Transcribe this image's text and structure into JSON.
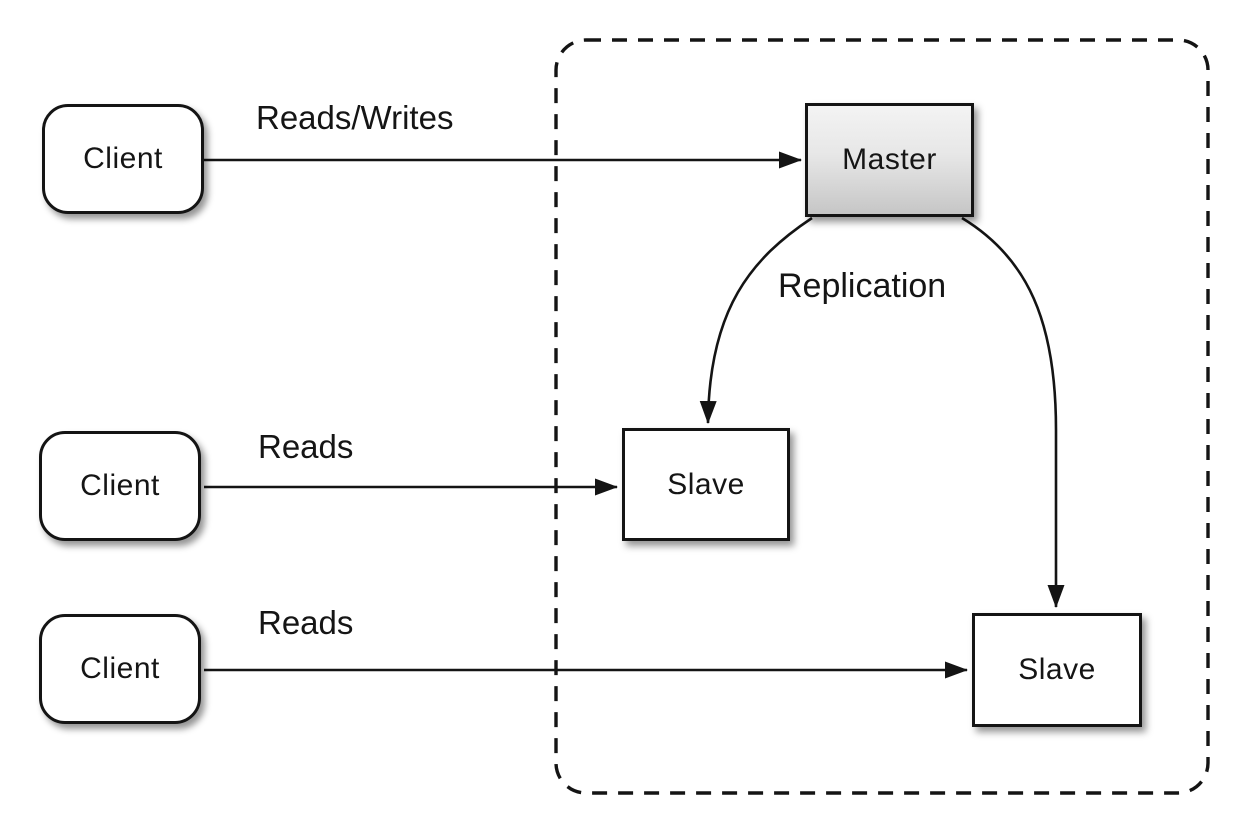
{
  "nodes": {
    "clients": [
      {
        "label": "Client"
      },
      {
        "label": "Client"
      },
      {
        "label": "Client"
      }
    ],
    "master": {
      "label": "Master"
    },
    "slaves": [
      {
        "label": "Slave"
      },
      {
        "label": "Slave"
      }
    ]
  },
  "edges": {
    "client1_to_master": {
      "label": "Reads/Writes"
    },
    "client2_to_slave1": {
      "label": "Reads"
    },
    "client3_to_slave2": {
      "label": "Reads"
    },
    "master_to_slaves": {
      "label": "Replication"
    }
  },
  "colors": {
    "stroke": "#141414",
    "box_fill": "#ffffff",
    "master_top": "#f3f3f3",
    "master_bottom": "#c6c6c6",
    "background": "#ffffff"
  }
}
